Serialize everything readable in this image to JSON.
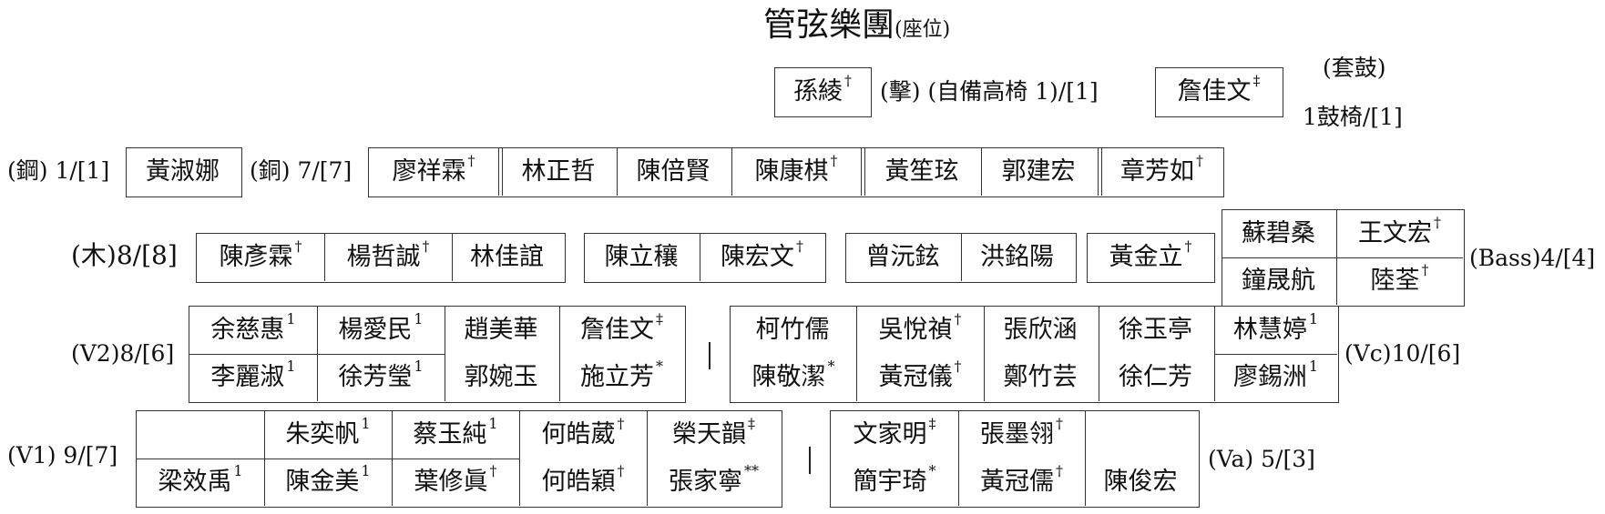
{
  "title": {
    "main": "管弦樂團",
    "sub": "(座位)"
  },
  "percussion": {
    "perc_player": {
      "name": "孫綾",
      "mark": "†"
    },
    "perc_label": "(擊) (自備高椅 1)/[1]",
    "drum_player": {
      "name": "詹佳文",
      "mark": "‡"
    },
    "drum_label_top": "(套鼓)",
    "drum_label_bottom": "1鼓椅/[1]"
  },
  "brass": {
    "left_label": "(鋼) 1/[1]",
    "piano_player": {
      "name": "黃淑娜",
      "mark": ""
    },
    "brass_label": "(銅) 7/[7]",
    "group1": [
      {
        "name": "廖祥霖",
        "mark": "†"
      },
      {
        "name": "林正哲",
        "mark": ""
      },
      {
        "name": "陳倍賢",
        "mark": ""
      },
      {
        "name": "陳康棋",
        "mark": "†"
      }
    ],
    "group2": [
      {
        "name": "黃笙玹",
        "mark": ""
      },
      {
        "name": "郭建宏",
        "mark": ""
      }
    ],
    "group3": [
      {
        "name": "章芳如",
        "mark": "†"
      }
    ]
  },
  "woodwind": {
    "label": "(木)8/[8]",
    "group1": [
      {
        "name": "陳彥霖",
        "mark": "†"
      },
      {
        "name": "楊哲誠",
        "mark": "†"
      },
      {
        "name": "林佳誼",
        "mark": ""
      }
    ],
    "group2": [
      {
        "name": "陳立穰",
        "mark": ""
      },
      {
        "name": "陳宏文",
        "mark": "†"
      }
    ],
    "group3": [
      {
        "name": "曾沅鉉",
        "mark": ""
      },
      {
        "name": "洪銘陽",
        "mark": ""
      }
    ],
    "group4": [
      {
        "name": "黃金立",
        "mark": "†"
      }
    ]
  },
  "bass": {
    "label": "(Bass)4/[4]",
    "top": [
      {
        "name": "蘇碧桑",
        "mark": ""
      },
      {
        "name": "王文宏",
        "mark": "†"
      }
    ],
    "bottom": [
      {
        "name": "鐘晟航",
        "mark": ""
      },
      {
        "name": "陸荃",
        "mark": "†"
      }
    ]
  },
  "v2": {
    "label": "(V2)8/[6]",
    "top": [
      {
        "name": "余慈惠",
        "mark": "1"
      },
      {
        "name": "楊愛民",
        "mark": "1"
      },
      {
        "name": "趙美華",
        "mark": ""
      },
      {
        "name": "詹佳文",
        "mark": "‡"
      }
    ],
    "bottom": [
      {
        "name": "李麗淑",
        "mark": "1"
      },
      {
        "name": "徐芳瑩",
        "mark": "1"
      },
      {
        "name": "郭婉玉",
        "mark": ""
      },
      {
        "name": "施立芳",
        "mark": "*"
      }
    ]
  },
  "vc": {
    "label": "(Vc)10/[6]",
    "top": [
      {
        "name": "柯竹儒",
        "mark": ""
      },
      {
        "name": "吳悅禎",
        "mark": "†"
      },
      {
        "name": "張欣涵",
        "mark": ""
      },
      {
        "name": "徐玉亭",
        "mark": ""
      },
      {
        "name": "林慧婷",
        "mark": "1"
      }
    ],
    "bottom": [
      {
        "name": "陳敬潔",
        "mark": "*"
      },
      {
        "name": "黃冠儀",
        "mark": "†"
      },
      {
        "name": "鄭竹芸",
        "mark": ""
      },
      {
        "name": "徐仁芳",
        "mark": ""
      },
      {
        "name": "廖錫洲",
        "mark": "1"
      }
    ]
  },
  "v1": {
    "label": "(V1) 9/[7]",
    "top": [
      {
        "name": "",
        "mark": ""
      },
      {
        "name": "朱奕帆",
        "mark": "1"
      },
      {
        "name": "蔡玉純",
        "mark": "1"
      },
      {
        "name": "何皓葳",
        "mark": "†"
      },
      {
        "name": "榮天韻",
        "mark": "‡"
      }
    ],
    "bottom": [
      {
        "name": "梁效禹",
        "mark": "1"
      },
      {
        "name": "陳金美",
        "mark": "1"
      },
      {
        "name": "葉修眞",
        "mark": "†"
      },
      {
        "name": "何皓穎",
        "mark": "†"
      },
      {
        "name": "張家寧",
        "mark": "**"
      }
    ]
  },
  "va": {
    "label": "(Va) 5/[3]",
    "top": [
      {
        "name": "文家明",
        "mark": "‡"
      },
      {
        "name": "張墨翎",
        "mark": "†"
      }
    ],
    "bottom": [
      {
        "name": "簡宇琦",
        "mark": "*"
      },
      {
        "name": "黃冠儒",
        "mark": "†"
      }
    ],
    "tall": {
      "name": "陳俊宏",
      "mark": ""
    }
  },
  "divider": "|"
}
